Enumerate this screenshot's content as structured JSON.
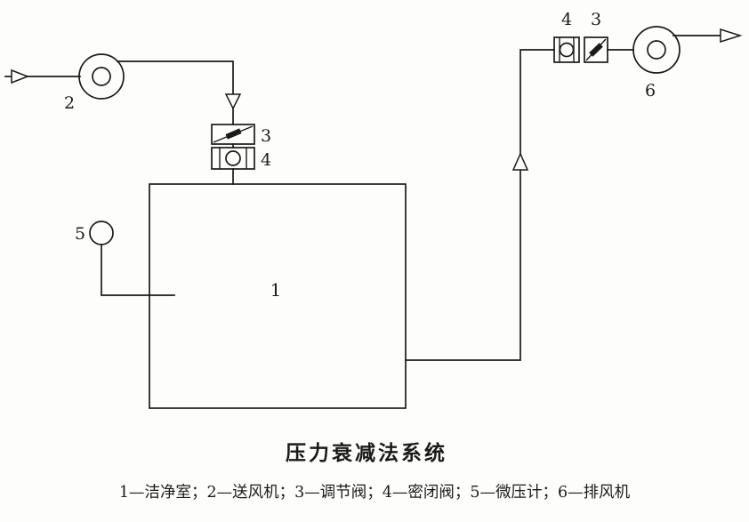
{
  "page": {
    "ink": "#1a1a1a",
    "paper": "#fdfdfc"
  },
  "diagram": {
    "caption": "压力衰减法系统",
    "legend": "1—洁净室；2—送风机；3—调节阀；4—密闭阀；5—微压计；6—排风机",
    "labels": {
      "clean_room": "1",
      "supply_fan": "2",
      "left_regulating_valve": "3",
      "left_sealed_valve": "4",
      "micro_manometer": "5",
      "right_sealed_valve": "4",
      "right_regulating_valve": "3",
      "exhaust_fan": "6"
    }
  }
}
